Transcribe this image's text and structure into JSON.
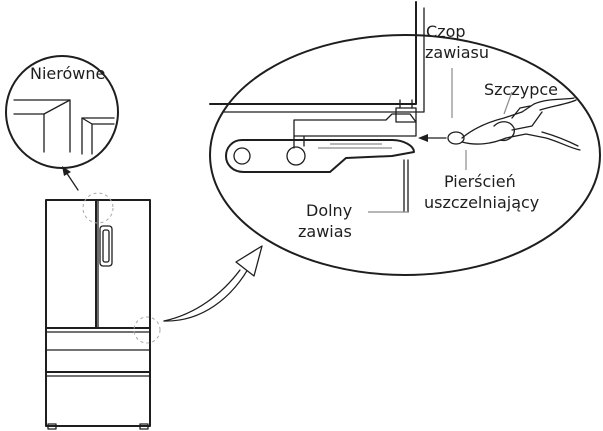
{
  "labels": {
    "uneven": "Nierówne",
    "hinge_pin_line1": "Czop",
    "hinge_pin_line2": "zawiasu",
    "pliers": "Szczypce",
    "seal_ring_line1": "Pierścień",
    "seal_ring_line2": "uszczelniający",
    "lower_hinge_line1": "Dolny",
    "lower_hinge_line2": "zawias"
  },
  "colors": {
    "line": "#1e1e1e",
    "background": "#ffffff",
    "detail_gray": "#8a8a8a"
  }
}
